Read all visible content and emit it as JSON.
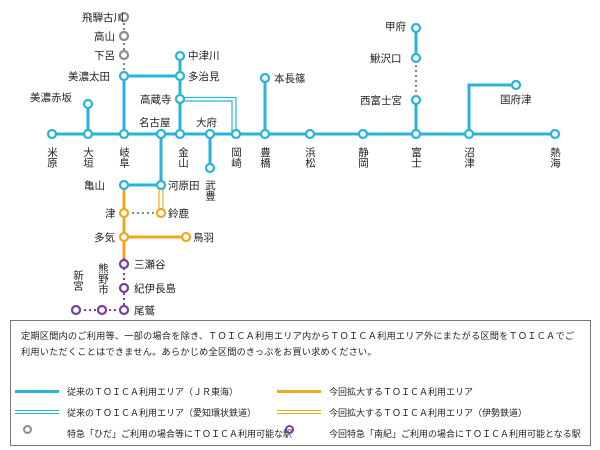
{
  "colors": {
    "jr_central": "#29b3d9",
    "aichi_loop": "#29b3d9",
    "expansion": "#f0a81e",
    "ise_railway": "#f0a81e",
    "hida_station": "#8c8c8c",
    "nanki_station": "#7a3ea0"
  },
  "stations": {
    "hida_furukawa": "飛騨古川",
    "takayama": "高山",
    "gero": "下呂",
    "mino_ota": "美濃太田",
    "mino_akasaka": "美濃赤坂",
    "nakatsugawa": "中津川",
    "tajimi": "多治見",
    "kozoji": "高蔵寺",
    "nagoya": "名古屋",
    "obu": "大府",
    "kofu": "甲府",
    "kajikazawaguchi": "鰍沢口",
    "motonasu": "本長篠",
    "nishi_fujinomiya": "西富士宮",
    "kokufu_zu": "国府津",
    "maibara": "米原",
    "ogaki": "大垣",
    "gifu": "岐阜",
    "kanayama": "金山",
    "okazaki": "岡崎",
    "toyohashi": "豊橋",
    "hamamatsu": "浜松",
    "shizuoka": "静岡",
    "fuji": "富士",
    "numazu": "沼津",
    "atami": "熱海",
    "taketoyo": "武豊",
    "kameyama": "亀山",
    "kawarada": "河原田",
    "tsu": "津",
    "suzuka": "鈴鹿",
    "taki": "多気",
    "toba": "鳥羽",
    "misedani": "三瀬谷",
    "kii_nagashima": "紀伊長島",
    "owase": "尾鷲",
    "shingu": "新宮",
    "kumanoshi": "熊野市"
  },
  "legend": {
    "note": "定期区間内のご利用等、一部の場合を除き、ＴＯＩＣＡ利用エリア内からＴＯＩＣＡ利用エリア外にまたがる区間をＴＯＩＣＡでご利用いただくことはできません。あらかじめ全区間のきっぷをお買い求めください。",
    "jr_central": "従来のＴＯＩＣＡ利用エリア（ＪＲ東海）",
    "aichi_loop": "従来のＴＯＩＣＡ利用エリア（愛知環状鉄道）",
    "hida": "特急「ひだ」ご利用の場合等にＴＯＩＣＡ利用可能な駅",
    "expansion": "今回拡大するＴＯＩＣＡ利用エリア",
    "ise": "今回拡大するＴＯＩＣＡ利用エリア（伊勢鉄道）",
    "nanki": "今回特急「南紀」ご利用の場合にＴＯＩＣＡ利用可能となる駅"
  }
}
